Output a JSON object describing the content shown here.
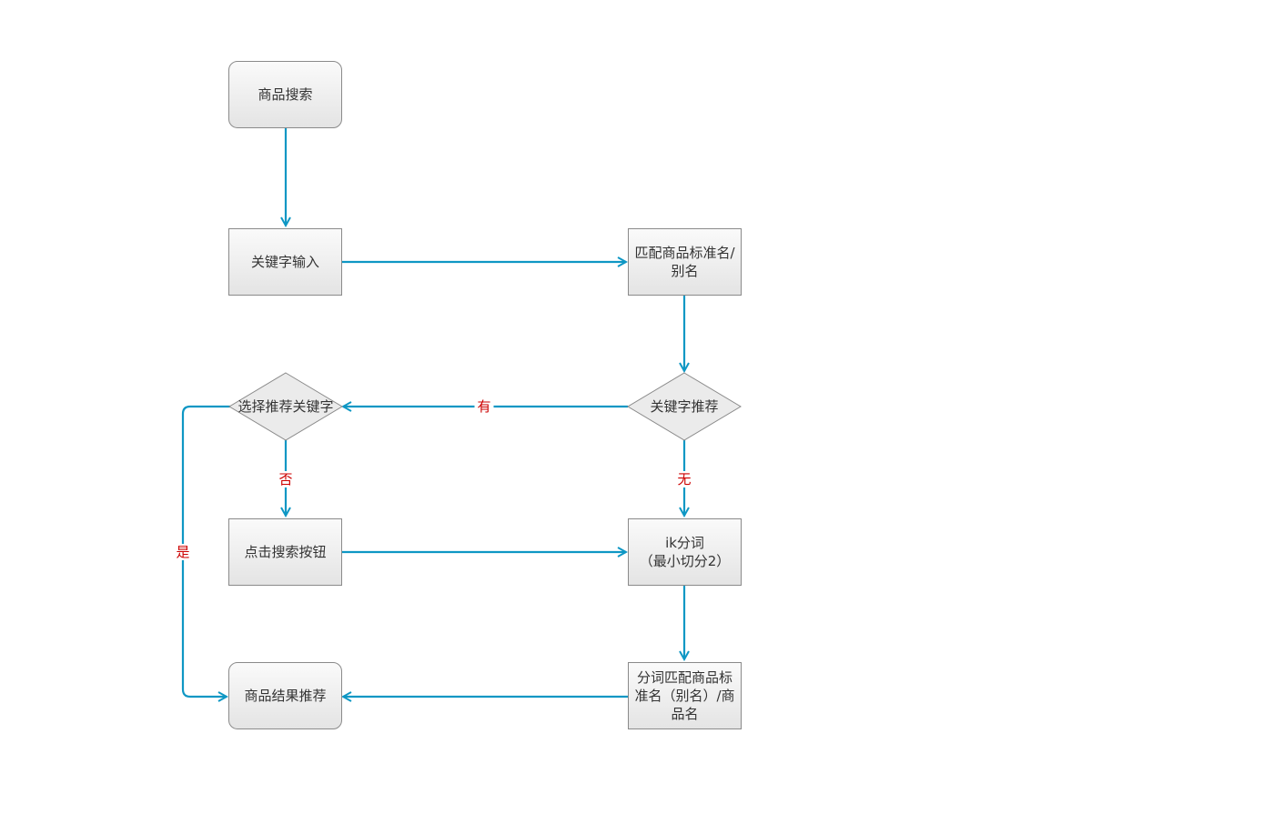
{
  "colors": {
    "connector": "#0e97c4",
    "label": "#cc0000",
    "node_border": "#8a8a8a",
    "node_text": "#333333"
  },
  "nodes": {
    "product_search": "商品搜索",
    "keyword_input": "关键字输入",
    "match_standard_name": "匹配商品标准名/\n别名",
    "keyword_recommend": "关键字推荐",
    "select_recommend_keyword": "选择推荐关键字",
    "click_search_button": "点击搜索按钮",
    "ik_segmentation": "ik分词\n（最小切分2）",
    "segment_match": "分词匹配商品标\n准名（别名）/商\n品名",
    "product_result_recommend": "商品结果推荐"
  },
  "edge_labels": {
    "have": "有",
    "none": "无",
    "no": "否",
    "yes": "是"
  }
}
